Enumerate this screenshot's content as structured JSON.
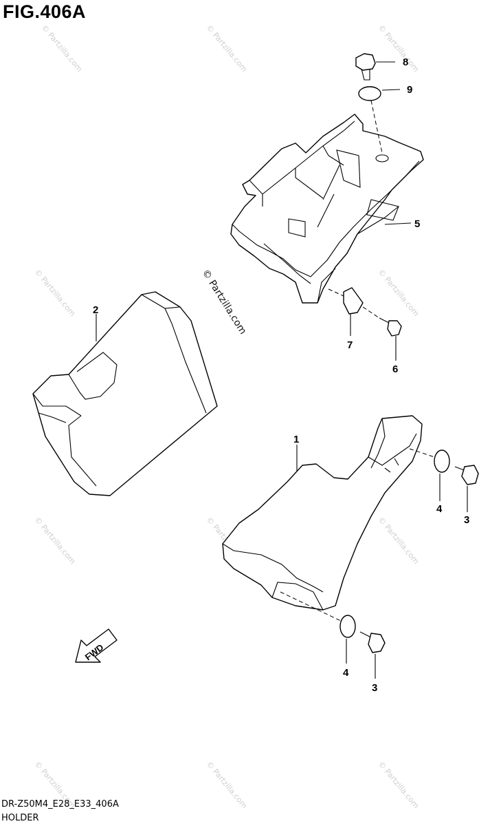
{
  "figure": {
    "title": "FIG.406A",
    "code": "DR-Z50M4_E28_E33_406A",
    "caption": "HOLDER"
  },
  "callouts": [
    {
      "id": "1",
      "label": "1"
    },
    {
      "id": "2",
      "label": "2"
    },
    {
      "id": "3a",
      "label": "3"
    },
    {
      "id": "3b",
      "label": "3"
    },
    {
      "id": "4a",
      "label": "4"
    },
    {
      "id": "4b",
      "label": "4"
    },
    {
      "id": "5",
      "label": "5"
    },
    {
      "id": "6",
      "label": "6"
    },
    {
      "id": "7",
      "label": "7"
    },
    {
      "id": "8",
      "label": "8"
    },
    {
      "id": "9",
      "label": "9"
    }
  ],
  "direction_arrow": {
    "label": "FWD"
  },
  "watermark": {
    "main": "© Partzilla.com",
    "faint": "© Partzilla.com"
  }
}
